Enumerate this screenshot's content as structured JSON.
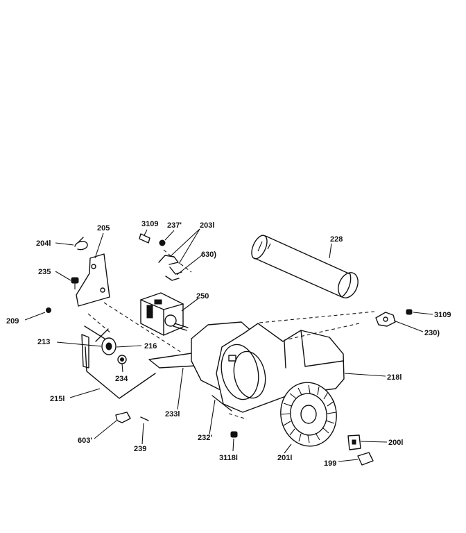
{
  "diagram": {
    "callouts": [
      {
        "id": "c3109a",
        "text": "3109"
      },
      {
        "id": "c237",
        "text": "237'"
      },
      {
        "id": "c2031",
        "text": "203l"
      },
      {
        "id": "c630",
        "text": "630)"
      },
      {
        "id": "c228",
        "text": "228"
      },
      {
        "id": "c205",
        "text": "205"
      },
      {
        "id": "c2041",
        "text": "204l"
      },
      {
        "id": "c235",
        "text": "235"
      },
      {
        "id": "c250",
        "text": "250"
      },
      {
        "id": "c209",
        "text": "209"
      },
      {
        "id": "c3109b",
        "text": "3109"
      },
      {
        "id": "c230",
        "text": "230)"
      },
      {
        "id": "c213",
        "text": "213"
      },
      {
        "id": "c216",
        "text": "216"
      },
      {
        "id": "c234",
        "text": "234"
      },
      {
        "id": "c218",
        "text": "218l"
      },
      {
        "id": "c215",
        "text": "215l"
      },
      {
        "id": "c2331",
        "text": "233l"
      },
      {
        "id": "c603",
        "text": "603'"
      },
      {
        "id": "c239",
        "text": "239"
      },
      {
        "id": "c232",
        "text": "232'"
      },
      {
        "id": "c2001",
        "text": "200l"
      },
      {
        "id": "c3118",
        "text": "3118l"
      },
      {
        "id": "c2011",
        "text": "201l"
      },
      {
        "id": "c199",
        "text": "199"
      }
    ]
  }
}
